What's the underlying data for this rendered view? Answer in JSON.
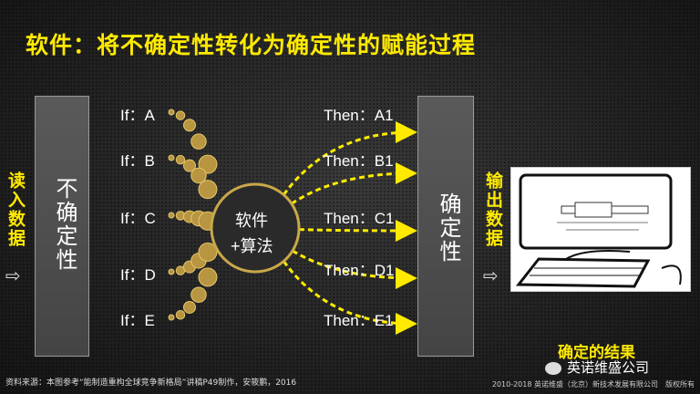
{
  "title": "软件：将不确定性转化为确定性的赋能过程",
  "left_label": "读入数据",
  "left_arrow": "⇨",
  "left_box": "不确定性",
  "if_labels": [
    "If：A",
    "If：B",
    "If：C",
    "If：D",
    "If：E"
  ],
  "center": {
    "line1": "软件",
    "line2": "+算法"
  },
  "then_labels": [
    "Then：A1",
    "Then：B1",
    "Then：C1",
    "Then：D1",
    "Then：E1"
  ],
  "right_box": "确定性",
  "right_label": "输出数据",
  "right_arrow": "⇨",
  "result_label": "确定的结果",
  "watermark": "英诺维盛公司",
  "footer_source": "资料来源：本图参考“能制造重构全球竞争新格局”讲稿P49制作，安筱鹏，2016",
  "footer_copyright": "2010-2018 英诺维盛（北京）新技术发展有限公司　版权所有",
  "colors": {
    "accent": "#ffea00",
    "circle_fill": "#c9a84a"
  }
}
